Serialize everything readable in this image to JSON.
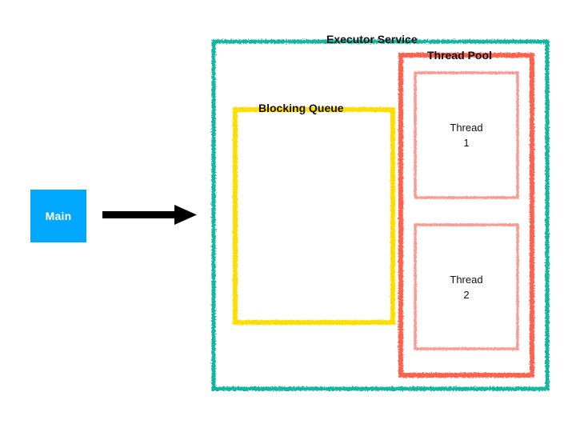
{
  "diagram": {
    "title": "Executor Service thread pool diagram",
    "background_color": "#ffffff",
    "nodes": {
      "main": {
        "label": "Main",
        "fill_color": "#00a8ff",
        "text_color": "#ffffff"
      },
      "executor_service": {
        "label": "Executor Service",
        "border_color": "#18b5a0"
      },
      "blocking_queue": {
        "label": "Blocking Queue",
        "border_color": "#ffdd00"
      },
      "thread_pool": {
        "label": "Thread Pool",
        "border_color": "#fb6450"
      },
      "thread_1": {
        "label": "Thread\n1",
        "border_color": "#f99b92"
      },
      "thread_2": {
        "label": "Thread\n2",
        "border_color": "#f99b92"
      }
    },
    "edges": [
      {
        "name": "main-to-executor-arrow",
        "from": "main",
        "to": "executor_service",
        "color": "#000000",
        "style": "solid-arrow"
      }
    ]
  }
}
